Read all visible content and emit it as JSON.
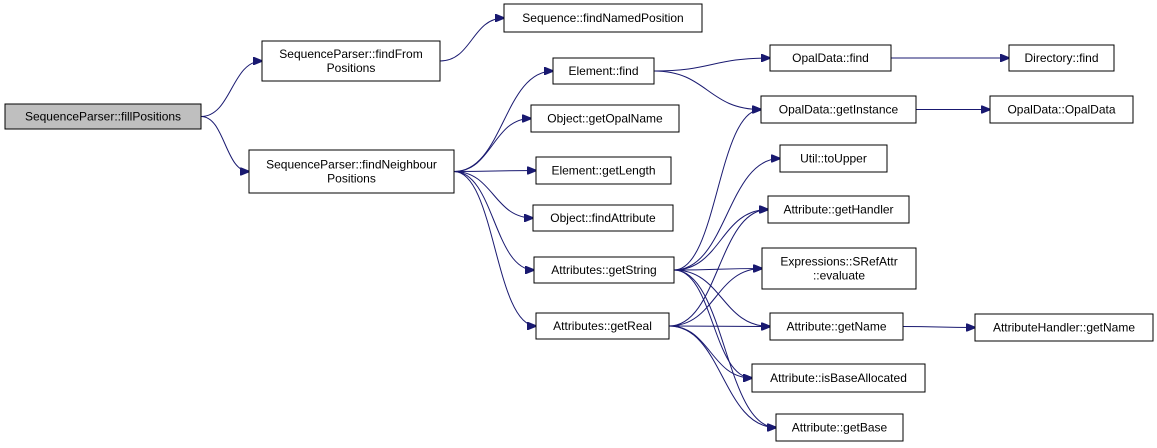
{
  "graph": {
    "nodes": [
      {
        "id": "fillPositions",
        "lines": [
          "SequenceParser::fillPositions"
        ],
        "root": true
      },
      {
        "id": "findFromPositions",
        "lines": [
          "SequenceParser::findFrom",
          "Positions"
        ]
      },
      {
        "id": "findNeighbourPositions",
        "lines": [
          "SequenceParser::findNeighbour",
          "Positions"
        ]
      },
      {
        "id": "findNamedPosition",
        "lines": [
          "Sequence::findNamedPosition"
        ]
      },
      {
        "id": "elementFind",
        "lines": [
          "Element::find"
        ]
      },
      {
        "id": "getOpalName",
        "lines": [
          "Object::getOpalName"
        ]
      },
      {
        "id": "getLength",
        "lines": [
          "Element::getLength"
        ]
      },
      {
        "id": "findAttribute",
        "lines": [
          "Object::findAttribute"
        ]
      },
      {
        "id": "getString",
        "lines": [
          "Attributes::getString"
        ]
      },
      {
        "id": "getReal",
        "lines": [
          "Attributes::getReal"
        ]
      },
      {
        "id": "opalFind",
        "lines": [
          "OpalData::find"
        ]
      },
      {
        "id": "getInstance",
        "lines": [
          "OpalData::getInstance"
        ]
      },
      {
        "id": "toUpper",
        "lines": [
          "Util::toUpper"
        ]
      },
      {
        "id": "getHandler",
        "lines": [
          "Attribute::getHandler"
        ]
      },
      {
        "id": "evaluate",
        "lines": [
          "Expressions::SRefAttr",
          "::evaluate"
        ]
      },
      {
        "id": "attrGetName",
        "lines": [
          "Attribute::getName"
        ]
      },
      {
        "id": "isBaseAllocated",
        "lines": [
          "Attribute::isBaseAllocated"
        ]
      },
      {
        "id": "getBase",
        "lines": [
          "Attribute::getBase"
        ]
      },
      {
        "id": "directoryFind",
        "lines": [
          "Directory::find"
        ]
      },
      {
        "id": "opalData",
        "lines": [
          "OpalData::OpalData"
        ]
      },
      {
        "id": "handlerGetName",
        "lines": [
          "AttributeHandler::getName"
        ]
      }
    ],
    "edges": [
      [
        "fillPositions",
        "findFromPositions"
      ],
      [
        "fillPositions",
        "findNeighbourPositions"
      ],
      [
        "findFromPositions",
        "findNamedPosition"
      ],
      [
        "findNeighbourPositions",
        "elementFind"
      ],
      [
        "findNeighbourPositions",
        "getOpalName"
      ],
      [
        "findNeighbourPositions",
        "getLength"
      ],
      [
        "findNeighbourPositions",
        "findAttribute"
      ],
      [
        "findNeighbourPositions",
        "getString"
      ],
      [
        "findNeighbourPositions",
        "getReal"
      ],
      [
        "elementFind",
        "opalFind"
      ],
      [
        "elementFind",
        "getInstance"
      ],
      [
        "opalFind",
        "directoryFind"
      ],
      [
        "getInstance",
        "opalData"
      ],
      [
        "getString",
        "getInstance"
      ],
      [
        "getString",
        "toUpper"
      ],
      [
        "getString",
        "getHandler"
      ],
      [
        "getString",
        "evaluate"
      ],
      [
        "getString",
        "attrGetName"
      ],
      [
        "getString",
        "isBaseAllocated"
      ],
      [
        "getString",
        "getBase"
      ],
      [
        "getReal",
        "getHandler"
      ],
      [
        "getReal",
        "evaluate"
      ],
      [
        "getReal",
        "attrGetName"
      ],
      [
        "getReal",
        "isBaseAllocated"
      ],
      [
        "getReal",
        "getBase"
      ],
      [
        "attrGetName",
        "handlerGetName"
      ]
    ]
  }
}
